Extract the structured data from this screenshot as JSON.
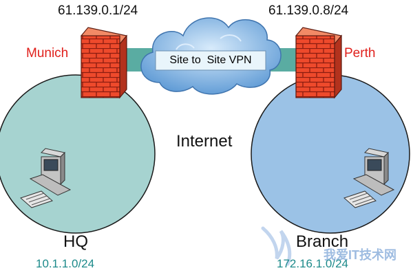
{
  "sites": {
    "left": {
      "name": "Munich",
      "public_ip": "61.139.0.1/24",
      "role": "HQ",
      "network": "10.1.1.0/24"
    },
    "right": {
      "name": "Perth",
      "public_ip": "61.139.0.8/24",
      "role": "Branch",
      "network": "172.16.1.0/24"
    }
  },
  "tunnel_label": "Site to  Site VPN",
  "cloud_label": "Internet",
  "watermark": "我爱IT技术网",
  "colors": {
    "hq_circle": "#a6d3d0",
    "branch_circle": "#9bc2e6",
    "tunnel": "#5aaca2",
    "firewall": "#e9442a",
    "site_name": "#e0201c",
    "network_text": "#1c8a8a",
    "cloud": "#6fa9dd"
  },
  "icons": {
    "firewall": "firewall-brick-icon",
    "computer": "desktop-computer-icon",
    "cloud": "cloud-icon",
    "watermark": "eagle-logo-icon"
  }
}
